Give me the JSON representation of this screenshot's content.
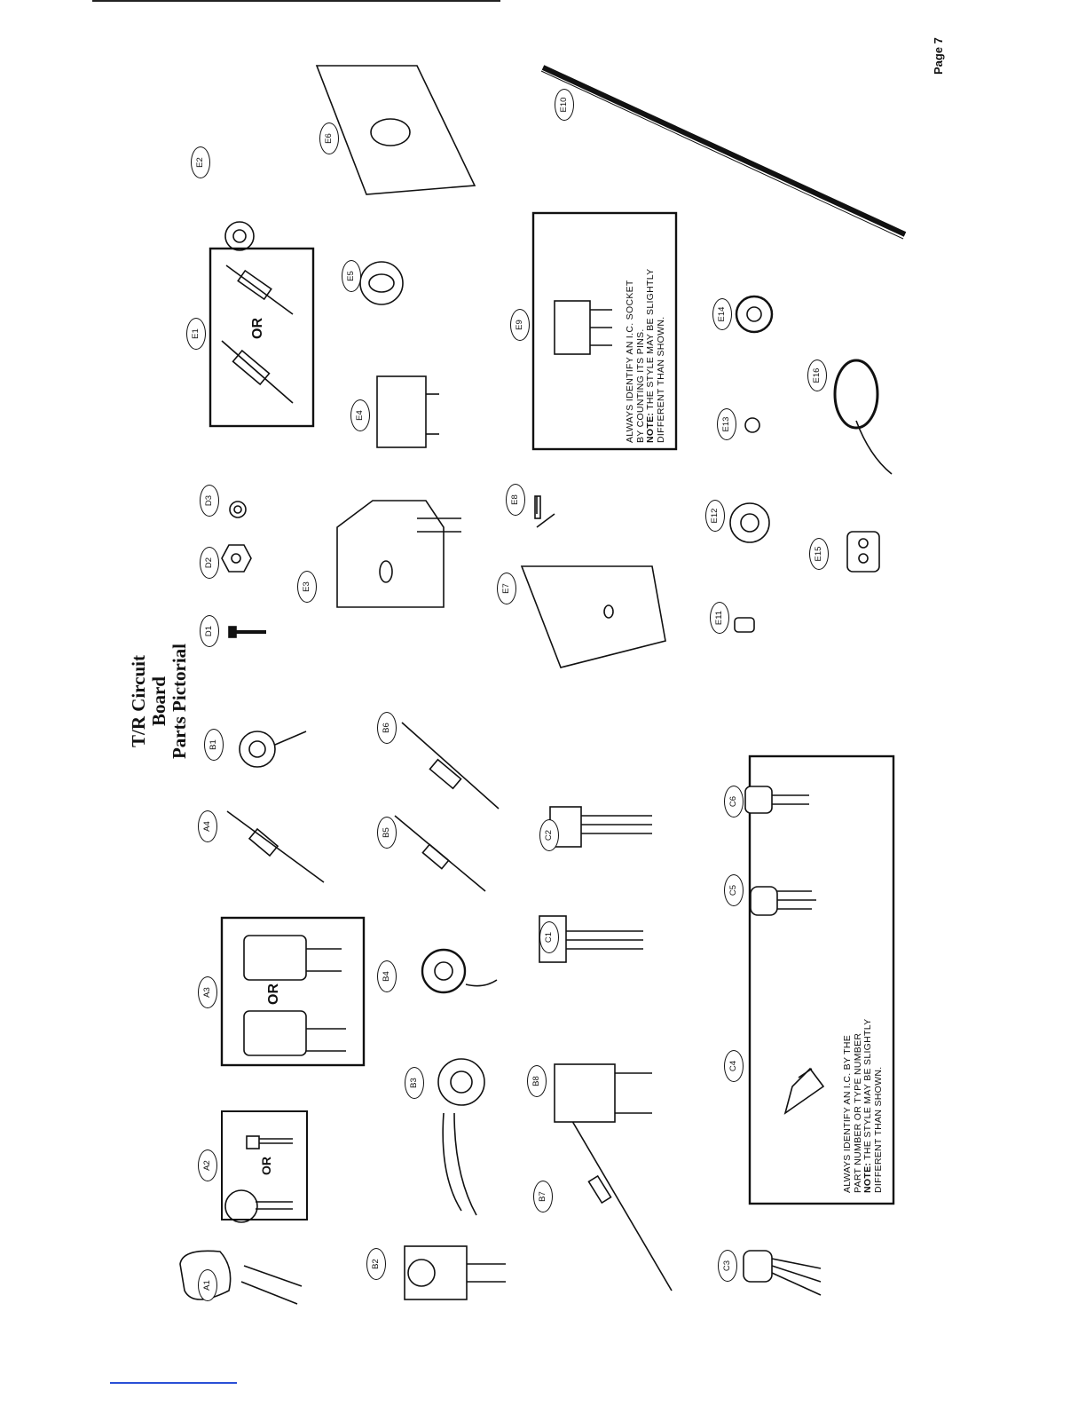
{
  "page": {
    "title_line1": "T/R Circuit Board",
    "title_line2": "Parts Pictorial",
    "page_number": "Page 7"
  },
  "parts": {
    "A1": "A1",
    "A2": "A2",
    "A3": "A3",
    "A4": "A4",
    "B1": "B1",
    "B2": "B2",
    "B3": "B3",
    "B4": "B4",
    "B5": "B5",
    "B6": "B6",
    "B7": "B7",
    "B8": "B8",
    "C1": "C1",
    "C2": "C2",
    "C3": "C3",
    "C4": "C4",
    "C5": "C5",
    "C6": "C6",
    "D1": "D1",
    "D2": "D2",
    "D3": "D3",
    "E1": "E1",
    "E2": "E2",
    "E3": "E3",
    "E4": "E4",
    "E5": "E5",
    "E6": "E6",
    "E7": "E7",
    "E8": "E8",
    "E9": "E9",
    "E10": "E10",
    "E11": "E11",
    "E12": "E12",
    "E13": "E13",
    "E14": "E14",
    "E15": "E15",
    "E16": "E16"
  },
  "or_word": "OR",
  "notes": {
    "c4_line1": "ALWAYS IDENTIFY AN I.C. BY THE",
    "c4_line2": "PART NUMBER OR TYPE NUMBER",
    "c4_line3_bold": "NOTE:",
    "c4_line3_rest": " THE STYLE MAY BE SLIGHTLY",
    "c4_line4": "DIFFERENT THAN SHOWN.",
    "e9_line1": "ALWAYS IDENTIFY AN I.C. SOCKET",
    "e9_line2": "BY COUNTING ITS PINS.",
    "e9_line3_bold": "NOTE:",
    "e9_line3_rest": " THE STYLE MAY BE SLIGHTLY",
    "e9_line4": "DIFFERENT THAN SHOWN."
  }
}
